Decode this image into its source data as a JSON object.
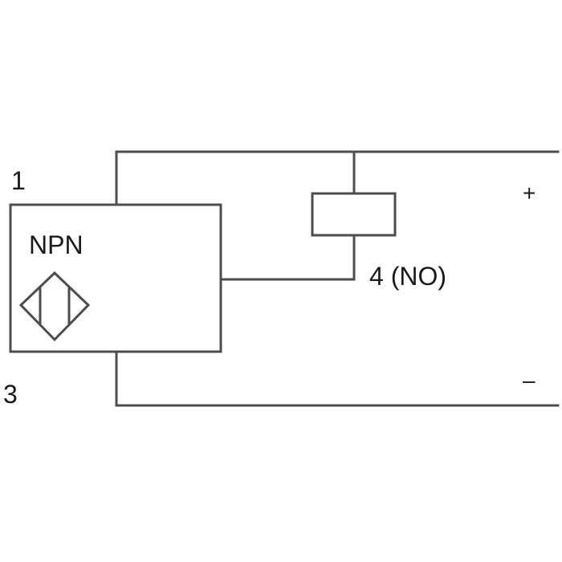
{
  "diagram": {
    "sensor_type": "NPN",
    "pin_1": "1",
    "pin_3": "3",
    "output_label": "4 (NO)",
    "positive_terminal": "+",
    "negative_terminal": "–",
    "line_color": "#4d4d4d",
    "text_color": "#1a1a1a"
  }
}
